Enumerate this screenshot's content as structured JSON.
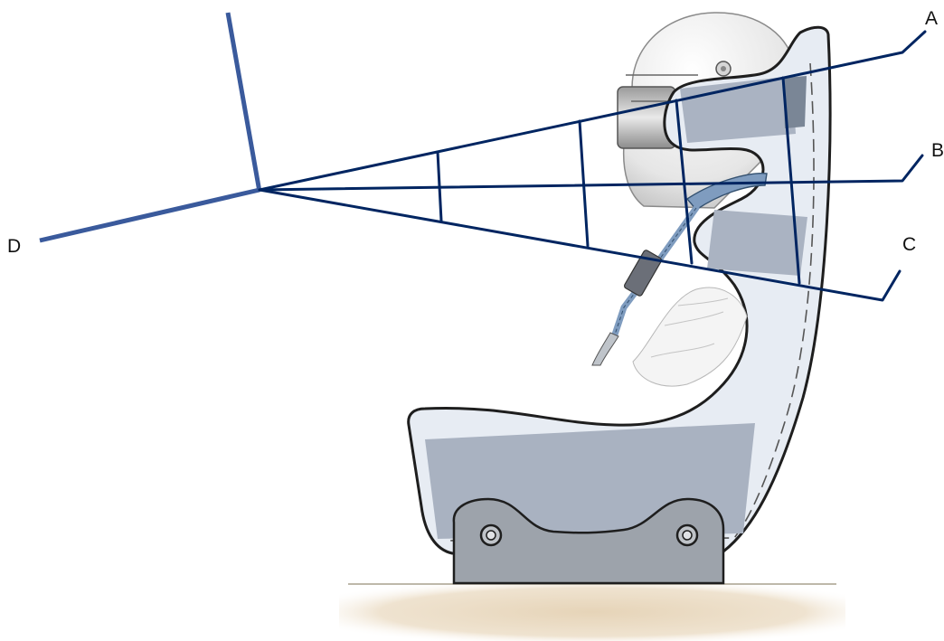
{
  "labels": {
    "a": "A",
    "b": "B",
    "c": "C",
    "d": "D"
  },
  "colors": {
    "construction_line": "#002561",
    "reference_line": "#3a5a9c",
    "seat_fill": "#e7ecf3",
    "seat_outline": "#1e1e1e",
    "padding": "#a9b2c1",
    "mount": "#9da3ab",
    "floor": "#eadcc6",
    "helmet": "#eeeeee",
    "harness": "#7f9cbf"
  },
  "icons": {
    "seat": "racing-seat-illustration",
    "helmet": "helmet-illustration",
    "head_restraint": "hans-device-illustration"
  }
}
